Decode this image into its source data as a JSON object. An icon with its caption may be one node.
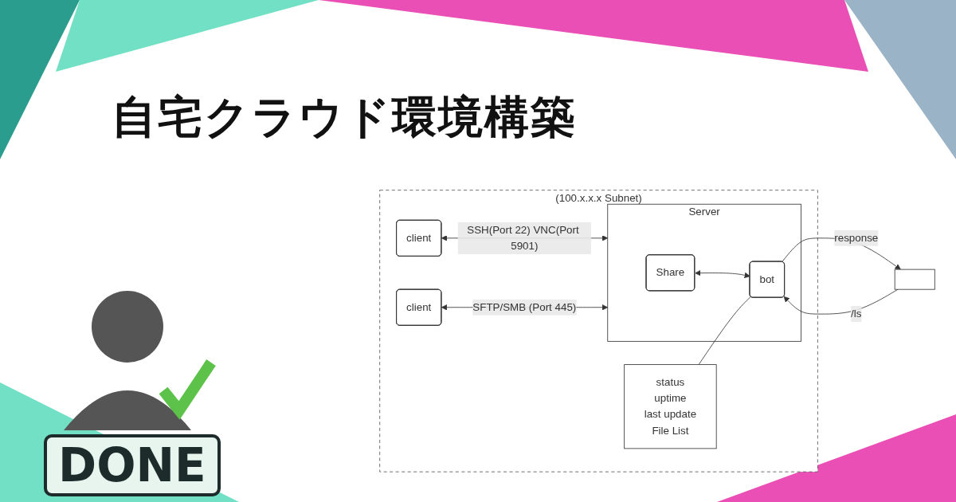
{
  "diagram": {
    "title": "自宅クラウド環境構築",
    "nodes": [
      {
        "text": [
          "(100.x.x.x Subnet)"
        ]
      },
      {
        "text": [
          "client"
        ],
        "in": 0
      },
      {
        "text": [
          "client"
        ],
        "in": 0
      },
      {
        "text": [
          "Server"
        ],
        "in": 0
      },
      {
        "text": [
          "Share"
        ],
        "in": 3
      },
      {
        "text": [
          "bot"
        ],
        "in": 3
      },
      {
        "text": [
          "status",
          "uptime",
          "last update",
          "File List"
        ],
        "in": 0
      },
      {
        "text": [],
        "shape": "box"
      }
    ],
    "edges": [
      {
        "from": 1,
        "to": 3,
        "arrow": "both",
        "label": "SSH(Port 22) VNC(Port 5901)"
      },
      {
        "from": 2,
        "to": 3,
        "arrow": "both",
        "label": "SFTP/SMB (Port 445)"
      },
      {
        "from": 4,
        "to": 5,
        "arrow": "both"
      },
      {
        "from": 7,
        "to": 5,
        "arrow": "to",
        "label": "/ls"
      },
      {
        "from": 5,
        "to": 7,
        "arrow": "to",
        "label": "response"
      },
      {
        "from": 6,
        "to": 5,
        "arrow": "none"
      }
    ],
    "labels": [
      "DONE"
    ]
  }
}
